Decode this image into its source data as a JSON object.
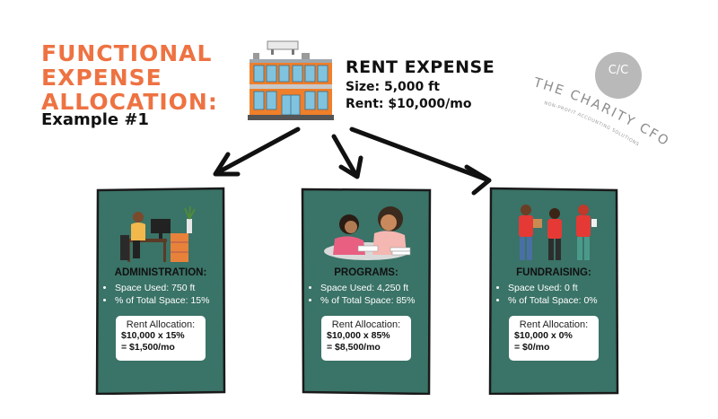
{
  "header": {
    "title_lines": [
      "FUNCTIONAL",
      "EXPENSE",
      "ALLOCATION:"
    ],
    "subtitle": "Example #1"
  },
  "rent": {
    "title": "RENT EXPENSE",
    "size": "Size: 5,000 ft",
    "amount": "Rent: $10,000/mo"
  },
  "logo": {
    "monogram": "C/C",
    "name": "THE CHARITY CFO",
    "tagline": "NON-PROFIT ACCOUNTING SOLUTIONS"
  },
  "colors": {
    "title_orange": "#ee7242",
    "card_green": "#3a7367",
    "card_border": "#1a1a1a",
    "logo_gray": "#b9b9b9"
  },
  "cards": [
    {
      "name": "ADMINISTRATION:",
      "bullets": [
        "Space Used: 750 ft",
        "% of Total Space: 15%"
      ],
      "alloc_title": "Rent Allocation:",
      "alloc_lines": [
        "$10,000 x 15%",
        "= $1,500/mo"
      ],
      "art": "office-worker-illustration"
    },
    {
      "name": "PROGRAMS:",
      "bullets": [
        "Space Used: 4,250 ft",
        "% of Total Space: 85%"
      ],
      "alloc_title": "Rent Allocation:",
      "alloc_lines": [
        "$10,000 x 85%",
        "= $8,500/mo"
      ],
      "art": "tutoring-illustration"
    },
    {
      "name": "FUNDRAISING:",
      "bullets": [
        "Space Used: 0 ft",
        "% of Total Space: 0%"
      ],
      "alloc_title": "Rent Allocation:",
      "alloc_lines": [
        "$10,000 x 0%",
        "= $0/mo"
      ],
      "art": "volunteers-illustration"
    }
  ]
}
